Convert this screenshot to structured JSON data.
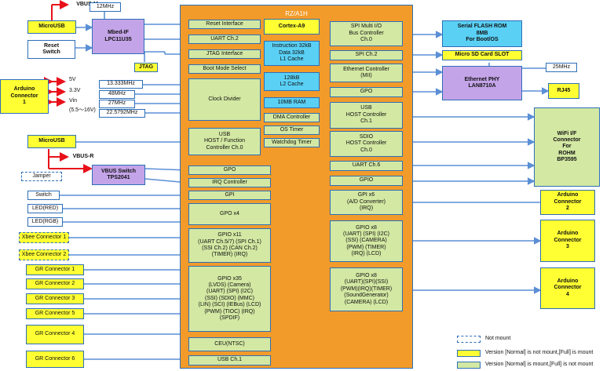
{
  "soc": {
    "title": "RZ/A1H"
  },
  "mbed": {
    "title": "Mbed-IF\nLPC11U35",
    "clock": "12MHz",
    "jtag": "JTAG",
    "vbus_m": "VBUS-M"
  },
  "left": {
    "microusb_top": "MicroUSB",
    "reset_switch": "Reset\nSwitch",
    "arduino1": "Arduino\nConnector\n1",
    "power": {
      "v5": "5V",
      "v33": "3.3V",
      "vin": "Vin",
      "vin_range": "(5.5～16V)"
    },
    "clocks": [
      "13.333MHz",
      "48MHz",
      "27MHz",
      "22.5792MHz"
    ],
    "microusb_mid": "MicroUSB",
    "vbus_r": "VBUS-R",
    "jamper": "Jamper",
    "vbus_switch": "VBUS Switch\nTPS2041",
    "switch": "Switch",
    "led_red": "LED(RED)",
    "led_rgb": "LED(RGB)",
    "xbee1": "Xbee Connector 1",
    "xbee2": "Xbee Connector 2",
    "gr": [
      "GR Connector 1",
      "GR Connector 2",
      "GR Connector 3",
      "GR Connector 5",
      "GR Connector 4",
      "GR Connector 6"
    ]
  },
  "soc_left": {
    "reset_if": "Reset Interface",
    "uart2": "UART Ch.2",
    "jtag_if": "JTAG Interface",
    "boot": "Boot Mode Select",
    "clock_div": "Clock Divider",
    "usb_host0": "USB\nHOST / Function\nController Ch.0",
    "gpo": "GPO",
    "irq": "IRQ Controller",
    "gpi": "GPI",
    "gpo_x4": "GPO x4",
    "gpio_x11": "GPIO x11\n(UART Ch.5/7) (SPI Ch.1)\n(SSI Ch.2) (CAN Ch.2)\n(TIMER) (IRQ)",
    "gpio_x35": "GPIO x35\n(LVDS) (Camera)\n(UART) (SPI) (I2C)\n(SSI) (SDIO) (MMC)\n(LIN) (SCI) (IEBus) (LCD)\n(PWM) (TIOC) (IRQ)\n(SPDIF)",
    "ceu": "CEU(NTSC)",
    "usb1": "USB Ch.1"
  },
  "soc_mid": {
    "cortex": "Cortex-A9",
    "l1": "Instruction 32kB\nData 32kB\nL1 Cache",
    "l2": "128kB\nL2 Cache",
    "ram": "10MB RAM",
    "dma": "DMA Controller",
    "os_timer": "OS Timer",
    "wdt": "Watchdog Timer"
  },
  "soc_right": {
    "spi_multi": "SPI Multi I/O\nBus Controller\nCh.0",
    "spi2": "SPI Ch.2",
    "ether": "Ethernet Controller\n(MII)",
    "gpo": "GPO",
    "usb_host1": "USB\nHOST Controller\nCh.1",
    "sdio": "SDIO\nHOST Controller\nCh.0",
    "uart6": "UART Ch.6",
    "gpio": "GPIO",
    "gpi_x6": "GPI x6\n(A/D Converter)\n(IRQ)",
    "gpio_x8a": "GPIO x8\n(UART) (SPI) (I2C)\n(SSI) (CAMERA)\n(PWM) (TIMER)\n(IRQ) (LCD)",
    "gpio_x8b": "GPIO x8\n(UART)(SPI)(SSI)\n(PWM)(IRQ)(TIMER)\n(SoundGenerator)\n(CAMERA) (LCD)"
  },
  "right": {
    "flash": "Serial FLASH ROM\n8MB\nFor Boot/OS",
    "sd_slot": "Micro SD Card SLOT",
    "phy_clock": "25MHz",
    "phy": "Ethernet PHY\nLAN8710A",
    "rj45": "RJ45",
    "wifi": "WiFi I/F\nConnector\nFor\nROHM\nBP3595",
    "arduino2": "Arduino\nConnector\n2",
    "arduino3": "Arduino\nConnector\n3",
    "arduino4": "Arduino\nConnector\n4"
  },
  "legend": {
    "not_mount": "Not mount",
    "yellow": "Version [Normal] is not mount,[Full] is mount",
    "green": "Version [Normal] is mount,[Full] is not mount"
  },
  "colors": {
    "yellow": "#ffff33",
    "green": "#d3e8a3",
    "cyan": "#5ad0f5",
    "purple": "#c4a4e8",
    "orange": "#f29b2a",
    "blue": "#2d6fb8",
    "red": "#e8101a",
    "arrow_blue": "#5b8fd6"
  }
}
